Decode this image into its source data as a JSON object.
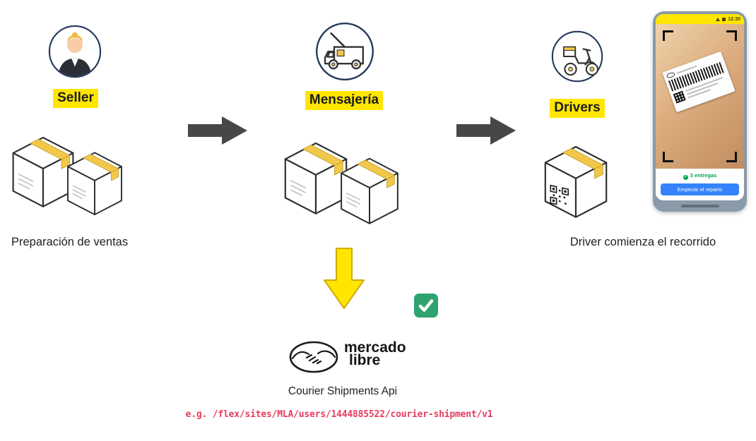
{
  "colors": {
    "highlight_yellow": "#ffe600",
    "arrow_gray": "#474747",
    "arrow_yellow": "#ffe600",
    "tape_yellow": "#f2c84b",
    "check_green": "#2ea36e",
    "code_pink": "#e73c5e",
    "ml_blue": "#3483fa",
    "ml_green": "#00a650"
  },
  "seller": {
    "label": "Seller",
    "caption": "Preparación de ventas"
  },
  "courier": {
    "label": "Mensajería",
    "caption": "Courier Shipments Api",
    "code": "e.g. /flex/sites/MLA/users/1444885522/courier-shipment/v1",
    "logo": {
      "line1": "mercado",
      "line2": "libre"
    }
  },
  "drivers": {
    "label": "Drivers",
    "caption": "Driver comienza el recorrido"
  },
  "phone": {
    "status_time": "12:30",
    "deliveries_label": "3 entregas",
    "button_label": "Empezar el reparto"
  },
  "icons": [
    "seller-avatar-icon",
    "courier-truck-icon",
    "scooter-icon",
    "package-box-icon",
    "qr-package-box-icon",
    "right-arrow-icon",
    "down-arrow-icon",
    "checkmark-icon",
    "handshake-icon",
    "barcode-icon",
    "qr-code-icon",
    "scan-frame-corner"
  ]
}
